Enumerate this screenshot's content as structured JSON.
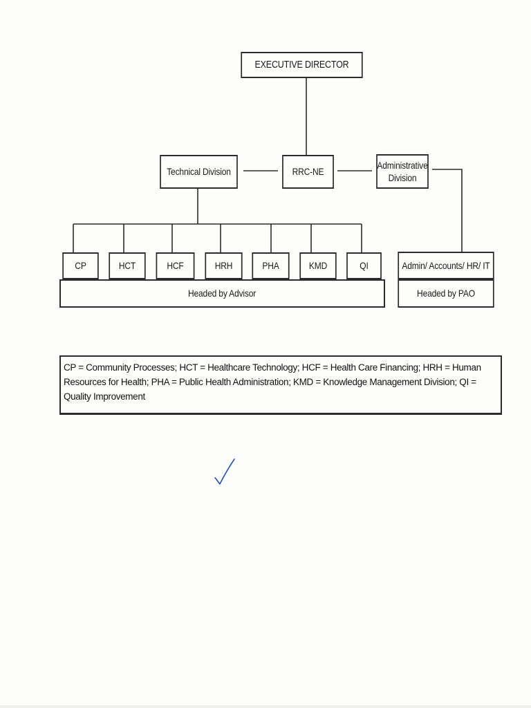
{
  "org_chart": {
    "executive": "EXECUTIVE DIRECTOR",
    "center": "RRC-NE",
    "technical": "Technical Division",
    "administrative_line1": "Administrative",
    "administrative_line2": "Division",
    "units": [
      "CP",
      "HCT",
      "HCF",
      "HRH",
      "PHA",
      "KMD",
      "QI"
    ],
    "admin_units": "Admin/ Accounts/ HR/ IT",
    "technical_head": "Headed by Advisor",
    "admin_head": "Headed by PAO"
  },
  "legend": {
    "text": "CP = Community Processes; HCT = Healthcare Technology; HCF = Health Care Financing; HRH = Human Resources for Health; PHA = Public Health Administration; KMD = Knowledge Management Division; QI = Quality Improvement"
  },
  "annotation": {
    "icon": "check-mark-icon",
    "color": "#1f4fc4"
  }
}
